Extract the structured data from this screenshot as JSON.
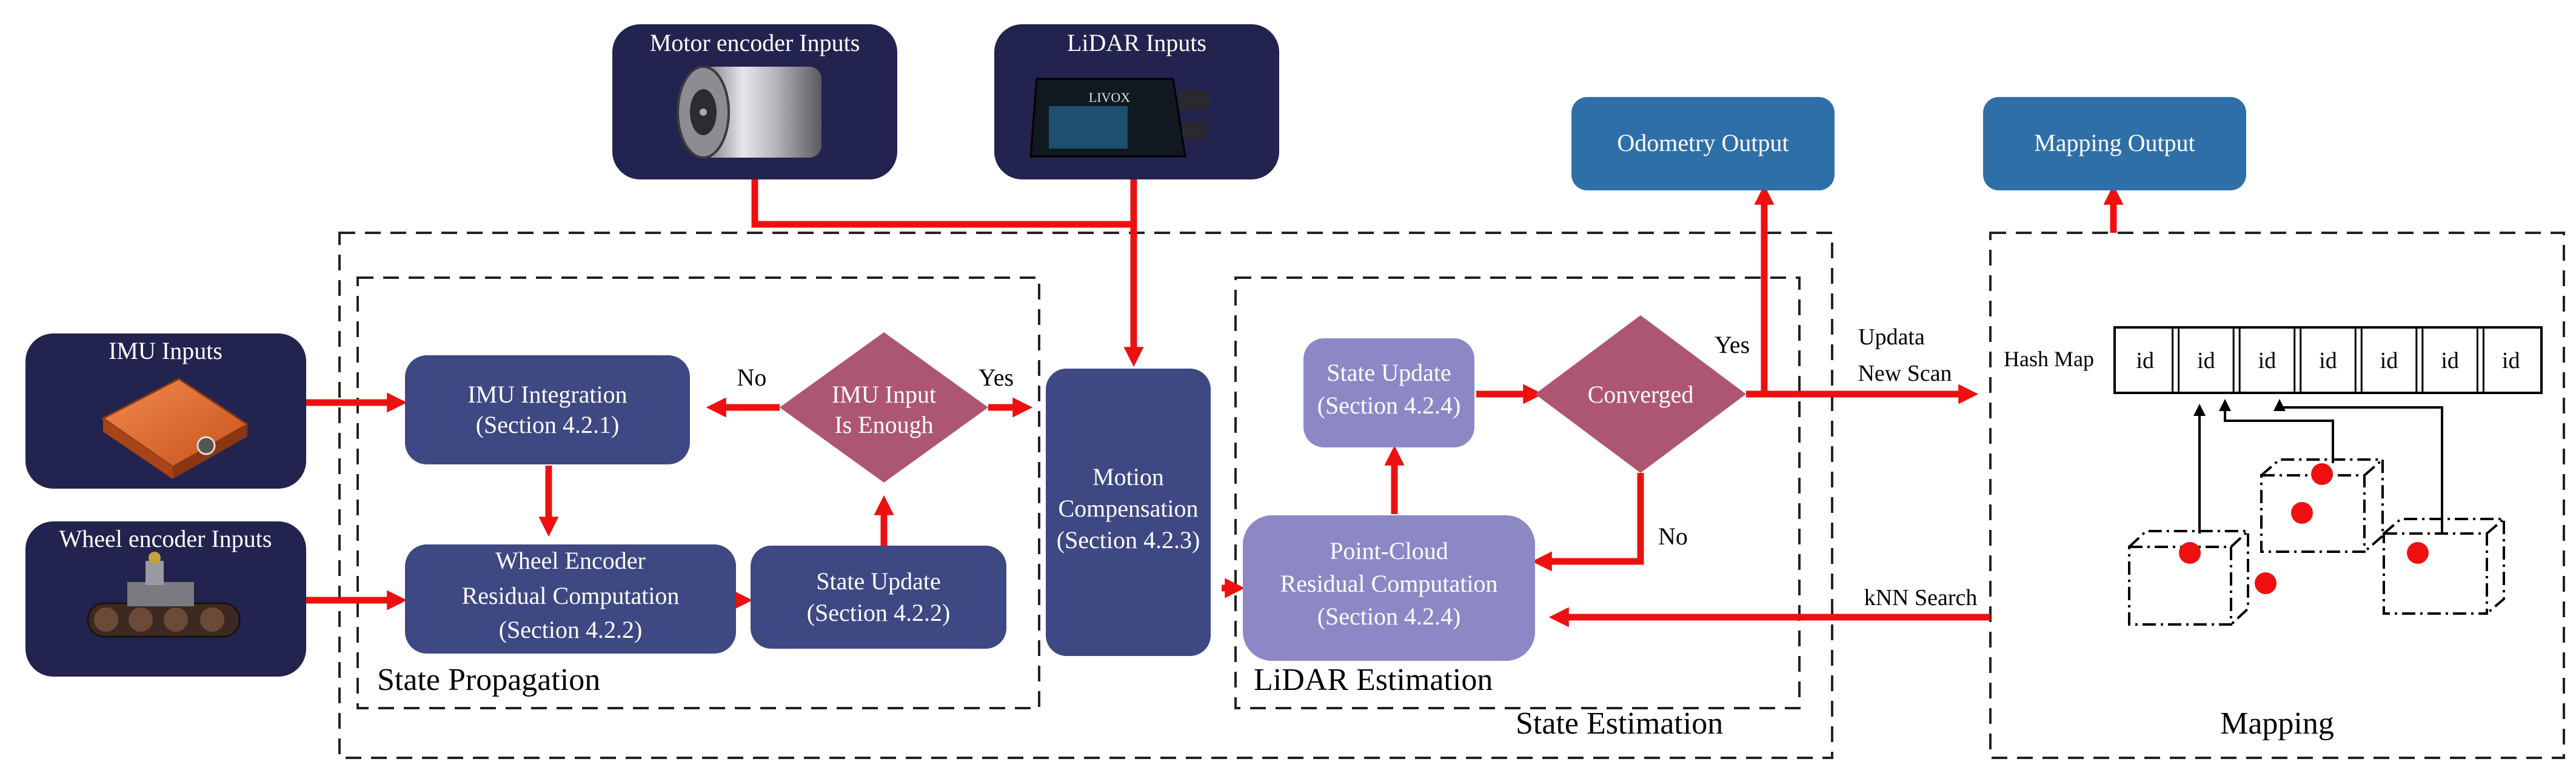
{
  "inputs": {
    "motor_encoder": "Motor encoder Inputs",
    "lidar": "LiDAR Inputs",
    "imu": "IMU Inputs",
    "wheel_encoder": "Wheel encoder Inputs",
    "lidar_brand": "LIVOX"
  },
  "outputs": {
    "odometry": "Odometry Output",
    "mapping": "Mapping Output"
  },
  "state_propagation": {
    "group_label": "State Propagation",
    "imu_integration": {
      "line1": "IMU Integration",
      "line2": "(Section 4.2.1)"
    },
    "wheel_encoder": {
      "line1": "Wheel Encoder",
      "line2": "Residual  Computation",
      "line3": "(Section 4.2.2)"
    },
    "state_update": {
      "line1": "State  Update",
      "line2": "(Section 4.2.2)"
    },
    "decision": {
      "line1": "IMU Input",
      "line2": "Is Enough"
    },
    "no_label": "No",
    "yes_label": "Yes"
  },
  "motion_compensation": {
    "line1": "Motion",
    "line2": "Compensation",
    "line3": "(Section 4.2.3)"
  },
  "lidar_estimation": {
    "group_label": "LiDAR Estimation",
    "state_update": {
      "line1": "State Update",
      "line2": "(Section 4.2.4)"
    },
    "converged": "Converged",
    "point_cloud": {
      "line1": "Point-Cloud",
      "line2": "Residual Computation",
      "line3": "(Section 4.2.4)"
    },
    "yes_label": "Yes",
    "no_label": "No"
  },
  "state_estimation_label": "State Estimation",
  "links": {
    "update_line1": "Updata",
    "update_line2": "New Scan",
    "knn_search": "kNN Search"
  },
  "mapping": {
    "group_label": "Mapping",
    "hash_map_label": "Hash Map",
    "cells": [
      "id",
      "id",
      "id",
      "id",
      "id",
      "id",
      "id"
    ]
  },
  "colors": {
    "input_box": "#23234f",
    "output_box": "#2f6fa8",
    "process_dark": "#3e4883",
    "process_light": "#8c88c6",
    "decision": "#ad5672",
    "arrow": "#ee1010"
  }
}
